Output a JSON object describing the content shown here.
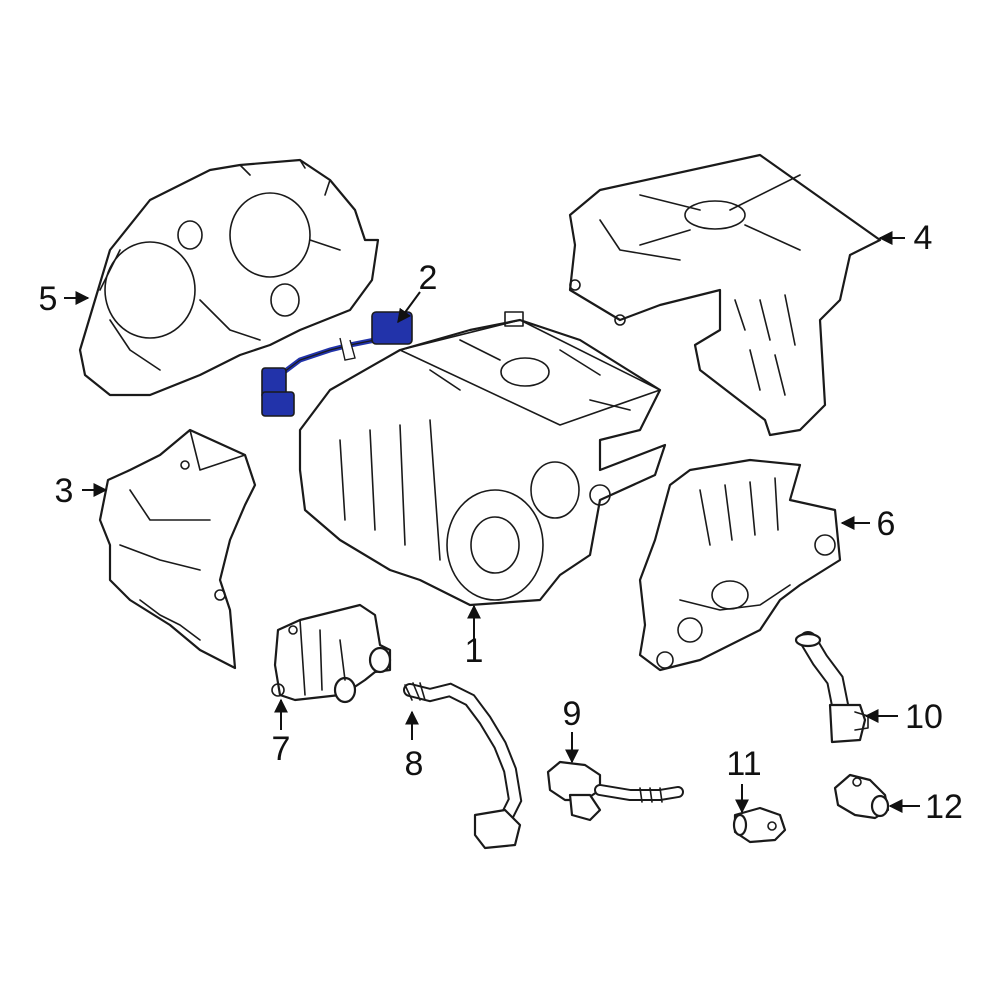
{
  "diagram": {
    "callouts": [
      {
        "id": "1",
        "label": "1"
      },
      {
        "id": "2",
        "label": "2"
      },
      {
        "id": "3",
        "label": "3"
      },
      {
        "id": "4",
        "label": "4"
      },
      {
        "id": "5",
        "label": "5"
      },
      {
        "id": "6",
        "label": "6"
      },
      {
        "id": "7",
        "label": "7"
      },
      {
        "id": "8",
        "label": "8"
      },
      {
        "id": "9",
        "label": "9"
      },
      {
        "id": "10",
        "label": "10"
      },
      {
        "id": "11",
        "label": "11"
      },
      {
        "id": "12",
        "label": "12"
      }
    ],
    "highlight_color": "#2233aa",
    "line_color": "#1a1a1a"
  }
}
